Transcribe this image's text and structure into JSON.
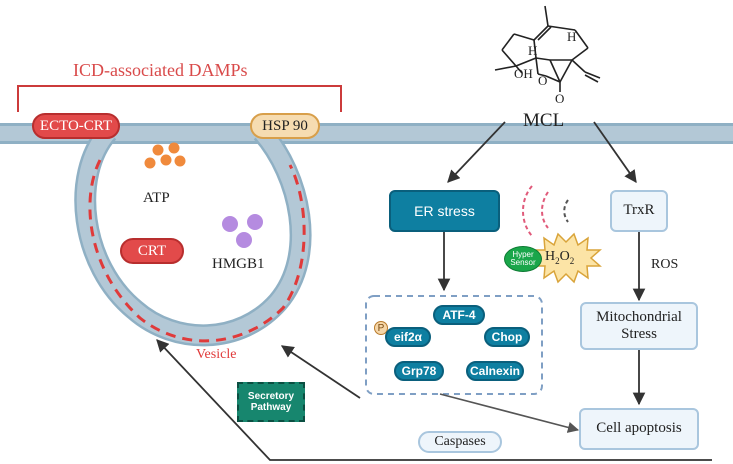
{
  "title": "ICD-associated DAMPs",
  "membrane_proteins": {
    "ecto_crt": "ECTO-CRT",
    "hsp90": "HSP 90"
  },
  "vesicle_contents": {
    "atp": "ATP",
    "crt": "CRT",
    "hmgb1": "HMGB1"
  },
  "vesicle_label": "Vesicle",
  "compound": {
    "name": "MCL",
    "oh": "OH",
    "h_top": "H",
    "h_mid": "H",
    "o_ring": "O",
    "o_carbonyl": "O"
  },
  "er_stress": "ER stress",
  "hyper_sensor": [
    "Hyper",
    "Sensor"
  ],
  "h2o2": {
    "main": "H",
    "sub2a": "2",
    "o": "O",
    "sub2b": "2"
  },
  "er_proteins": {
    "atf4": "ATF-4",
    "p": "P",
    "eif2a": "eif2α",
    "chop": "Chop",
    "grp78": "Grp78",
    "calnexin": "Calnexin"
  },
  "secretory_pathway": [
    "Secretory",
    "Pathway"
  ],
  "trxr": "TrxR",
  "ros": "ROS",
  "mito_stress": [
    "Mitochondrial",
    "Stress"
  ],
  "cell_apoptosis": "Cell apoptosis",
  "caspases": "Caspases",
  "colors": {
    "red": "#e24a4a",
    "teal": "#0e7fa1",
    "membrane": "#b3c8d6",
    "atp": "#f08a3c",
    "hmgb1": "#b58be0",
    "box_fill": "#eef5fb",
    "box_border": "#a9c6de"
  }
}
